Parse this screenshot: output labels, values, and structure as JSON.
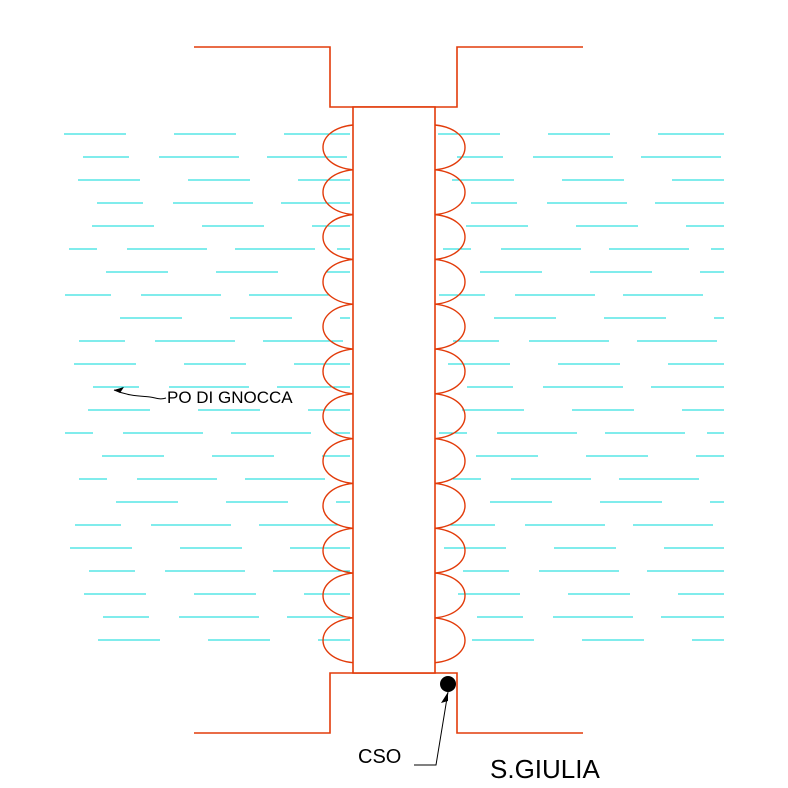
{
  "labels": {
    "river": "PO DI GNOCCA",
    "marker": "CSO",
    "place": "S.GIULIA"
  },
  "colors": {
    "water": "#00d8d8",
    "structure": "#e23b0a",
    "ink": "#000000",
    "background": "#ffffff"
  }
}
